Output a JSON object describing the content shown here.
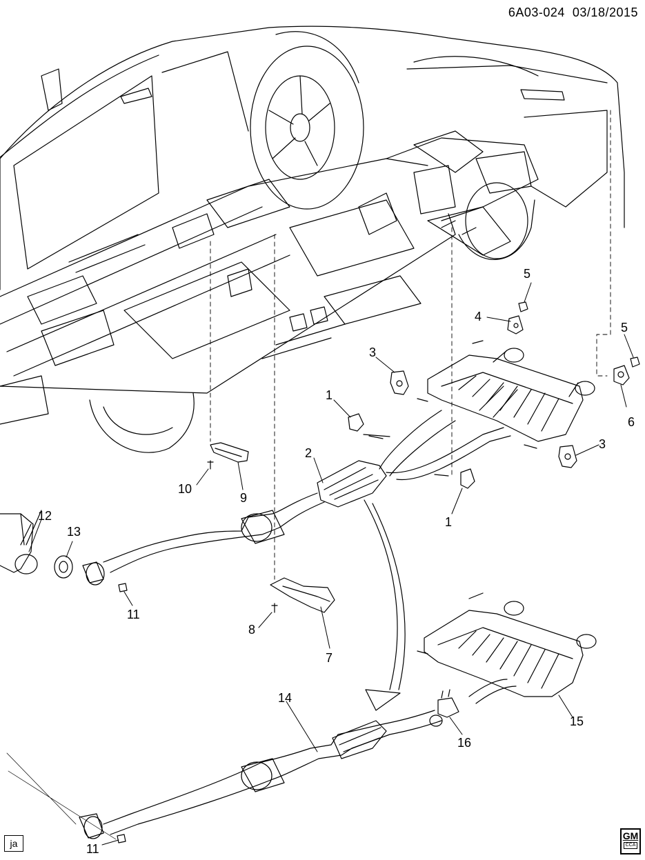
{
  "header": {
    "code": "6A03-024",
    "date": "03/18/2015"
  },
  "stamp": "ja",
  "logo": {
    "mark": "GM",
    "sub": "CCA"
  },
  "callouts": {
    "c1a": "1",
    "c1b": "1",
    "c2": "2",
    "c3a": "3",
    "c3b": "3",
    "c4": "4",
    "c5a": "5",
    "c5b": "5",
    "c6": "6",
    "c7": "7",
    "c8": "8",
    "c9": "9",
    "c10": "10",
    "c11a": "11",
    "c11b": "11",
    "c12": "12",
    "c13": "13",
    "c14": "14",
    "c15": "15",
    "c16": "16"
  }
}
